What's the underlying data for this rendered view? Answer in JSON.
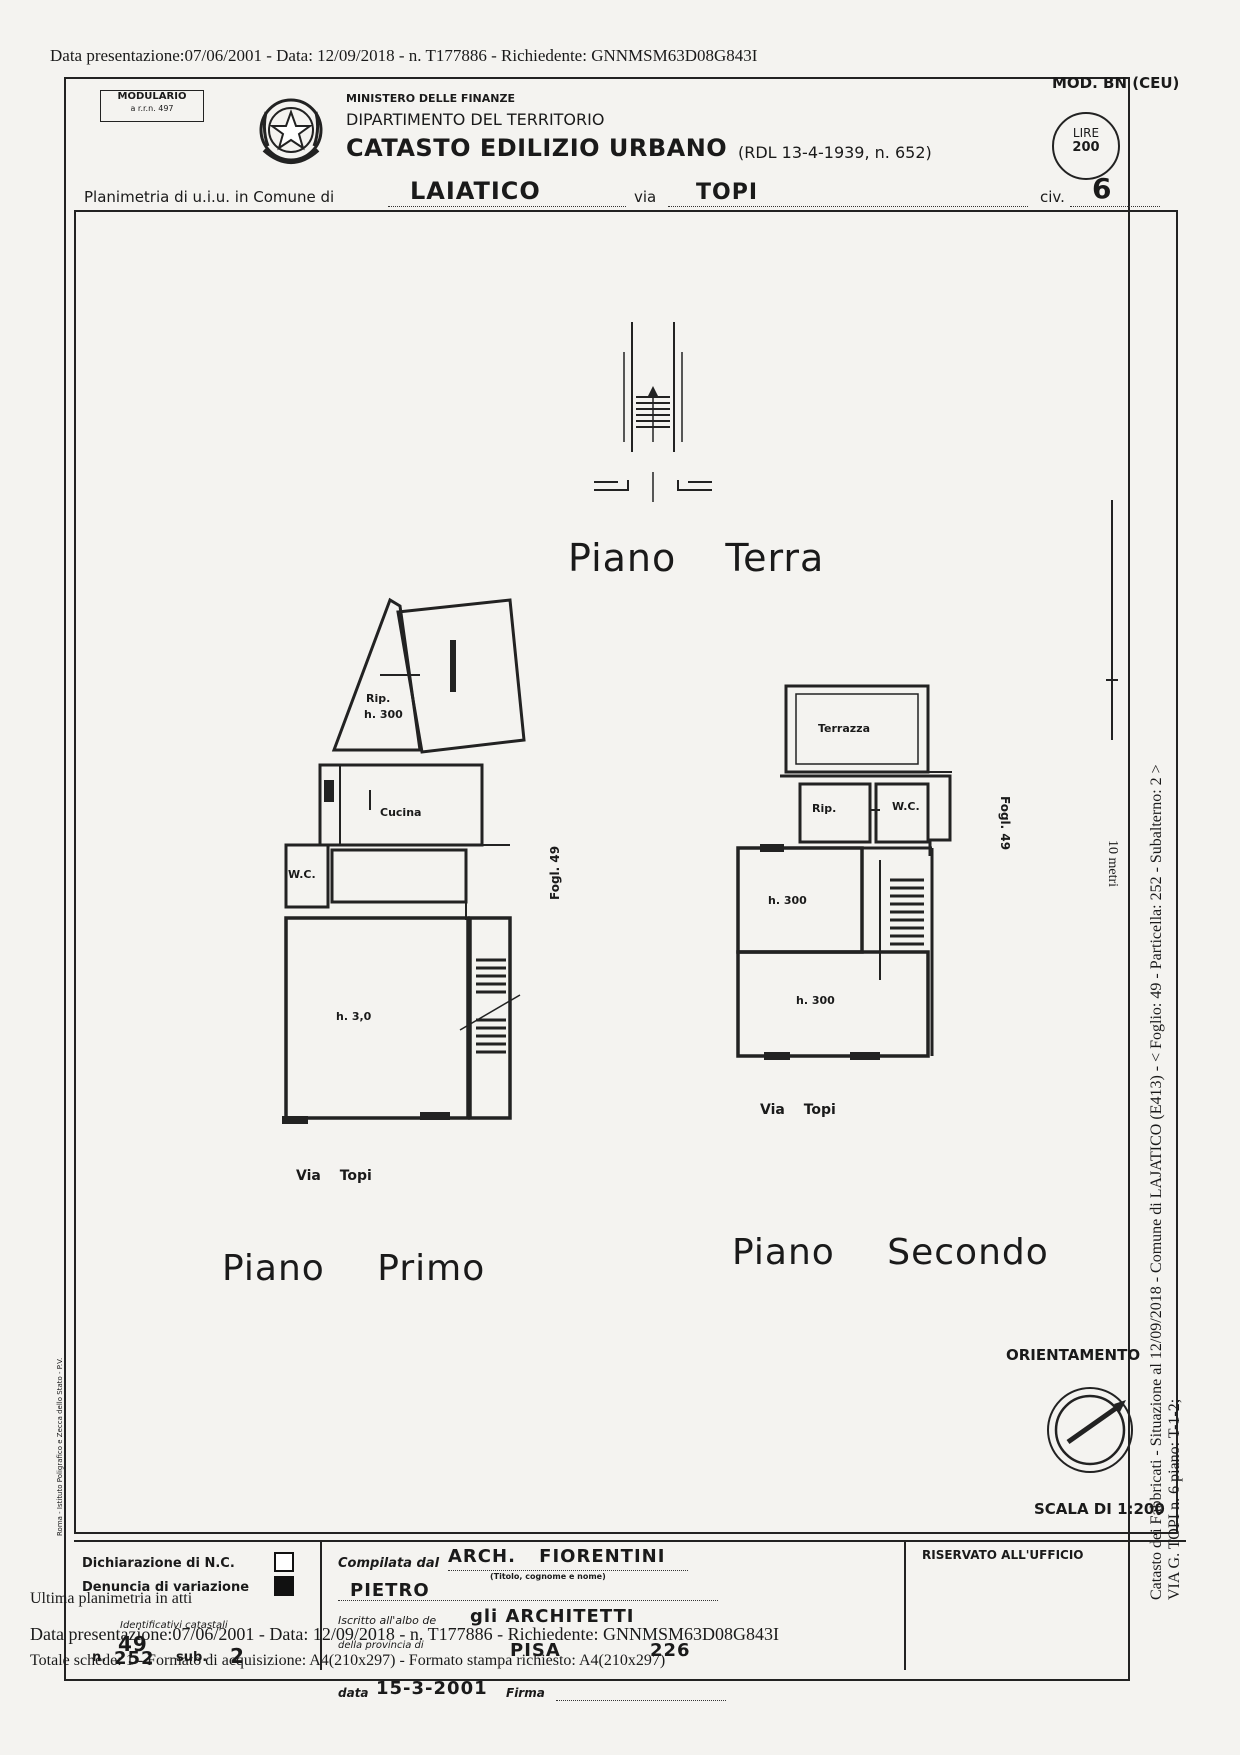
{
  "top_banner": "Data presentazione:07/06/2001 - Data: 12/09/2018 - n. T177886 - Richiedente: GNNMSM63D08G843I",
  "header": {
    "modulario": "MODULARIO",
    "modulario_sub": "a r.r.n. 497",
    "ministry": "MINISTERO DELLE FINANZE",
    "department": "DIPARTIMENTO DEL TERRITORIO",
    "catasto": "CATASTO EDILIZIO URBANO",
    "rdl": "(RDL 13-4-1939, n. 652)",
    "mod": "MOD. BN (CEU)",
    "lire_label": "LIRE",
    "lire_value": "200"
  },
  "planimetria": {
    "label": "Planimetria di u.i.u. in Comune di",
    "comune": "LAIATICO",
    "via_label": "via",
    "via": "TOPI",
    "civ_label": "civ.",
    "civ": "6"
  },
  "floor_labels": {
    "terra": "Piano Terra",
    "primo": "Piano Primo",
    "secondo": "Piano Secondo"
  },
  "room_labels": {
    "rip1": "Rip.",
    "rip1_h": "h. 300",
    "cucina": "Cucina",
    "wc1": "W.C.",
    "h1": "h. 3,0",
    "terrazza": "Terrazza",
    "rip2": "Rip.",
    "wc2": "W.C.",
    "h2a": "h. 300",
    "h2b": "h. 300"
  },
  "street_labels": {
    "via_topi_1": "Via Topi",
    "via_topi_2": "Via Topi",
    "foglio_1": "Fogl. 49",
    "foglio_2": "Fogl. 49"
  },
  "side_text": {
    "line1": "Catasto dei Fabbricati - Situazione al 12/09/2018 - Comune di LAJATICO (E413) - < Foglio: 49 - Particella: 252 - Subalterno: 2 >",
    "line2": "VIA G. TOPI n. 6 piano: T-1-2;",
    "ten_meters": "10 metri"
  },
  "orientamento": "ORIENTAMENTO",
  "scala": "SCALA DI 1:200",
  "footer": {
    "dichiarazione": "Dichiarazione di N.C.",
    "denuncia": "Denuncia di variazione",
    "identificativi": "Identificativi catastali",
    "n_label": "n.",
    "n_value": "252",
    "sub_label": "sub.",
    "sub_value": "2",
    "foglio_value": "49",
    "compilata": "Compilata dal",
    "compilatore": "ARCH. FIORENTINI",
    "titolo": "(Titolo, cognome e nome)",
    "nome": "PIETRO",
    "iscritto": "Iscritto all'albo de",
    "albo": "gli ARCHITETTI",
    "provincia_label": "della provincia di",
    "provincia": "PISA",
    "numero": "226",
    "data_label": "data",
    "data_value": "15-3-2001",
    "firma_label": "Firma",
    "riservato": "RISERVATO ALL'UFFICIO"
  },
  "overprint": {
    "line1": "Ultima planimetria in atti",
    "line2": "Data presentazione:07/06/2001 - Data: 12/09/2018 - n. T177886 - Richiedente: GNNMSM63D08G843I",
    "line3": "Totale schede: 1 - Formato di acquisizione: A4(210x297) - Formato stampa richiesto: A4(210x297)"
  },
  "printer_note": "Roma - Istituto Poligrafico e Zecca dello Stato - P.V."
}
